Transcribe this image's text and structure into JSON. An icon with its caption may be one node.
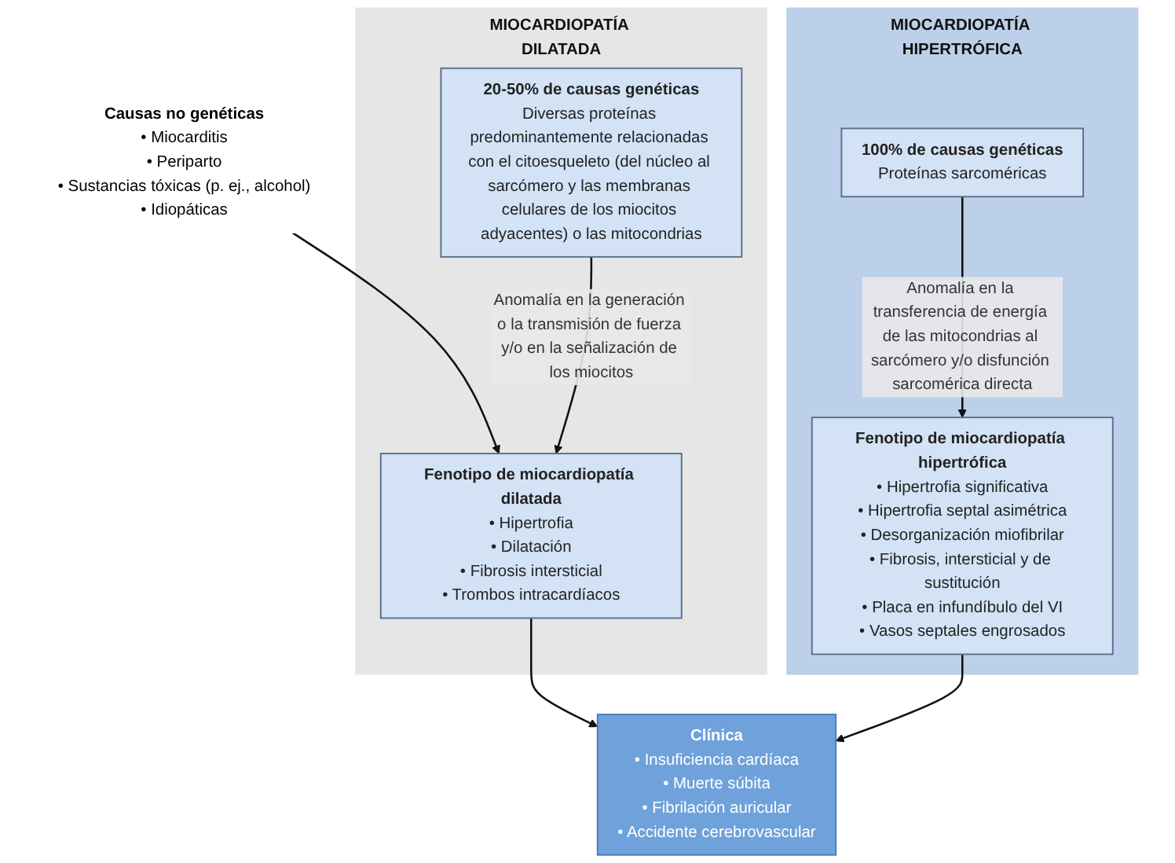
{
  "diagram": {
    "nodes": [
      {
        "text": [
          "MIOCARDIOPATÍA DILATADA"
        ]
      },
      {
        "text": [
          "MIOCARDIOPATÍA HIPERTRÓFICA"
        ]
      },
      {
        "text": [
          "Causas no genéticas",
          "• Miocarditis",
          "• Periparto",
          "• Sustancias tóxicas (p. ej., alcohol)",
          "• Idiopáticas"
        ]
      },
      {
        "text": [
          "20-50% de causas genéticas",
          "Diversas proteínas predominantemente relacionadas con el citoesqueleto (del núcleo al sarcómero y las membranas celulares de los miocitos adyacentes) o las mitocondrias"
        ],
        "in": 0
      },
      {
        "text": [
          "Fenotipo de miocardiopatía dilatada",
          "• Hipertrofia",
          "• Dilatación",
          "• Fibrosis intersticial",
          "• Trombos intracardíacos"
        ],
        "in": 0
      },
      {
        "text": [
          "100% de causas genéticas",
          "Proteínas sarcoméricas"
        ],
        "in": 1
      },
      {
        "text": [
          "Fenotipo de miocardiopatía hipertrófica",
          "• Hipertrofia significativa",
          "• Hipertrofia septal asimétrica",
          "• Desorganización miofibrilar",
          "• Fibrosis, intersticial y de sustitución",
          "• Placa en infundíbulo del VI",
          "• Vasos septales engrosados"
        ],
        "in": 1
      },
      {
        "text": [
          "Clínica",
          "• Insuficiencia cardíaca",
          "• Muerte súbita",
          "• Fibrilación auricular",
          "• Accidente cerebrovascular"
        ]
      }
    ],
    "edges": [
      {
        "from": 2,
        "to": 4,
        "arrow": "to"
      },
      {
        "from": 3,
        "to": 4,
        "arrow": "to",
        "label": "Anomalía en la generación o la transmisión de fuerza y/o en la señalización de los miocitos"
      },
      {
        "from": 5,
        "to": 6,
        "arrow": "to",
        "label": "Anomalía en la transferencia de energía de las mitocondrias al sarcómero y/o disfunción sarcomérica directa"
      },
      {
        "from": 4,
        "to": 7,
        "arrow": "to"
      },
      {
        "from": 6,
        "to": 7,
        "arrow": "to"
      }
    ]
  }
}
